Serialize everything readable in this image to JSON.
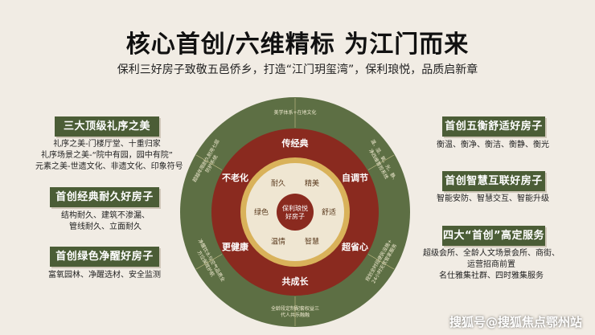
{
  "title": "核心首创/六维精标 为江门而来",
  "subtitle": "保利三好房子致敬五邑侨乡，打造“江门玥玺湾”，保利琅悦，品质启新章",
  "left_panels": [
    {
      "heading": "三大顶级礼序之美",
      "lines": [
        "礼序之美-门楼厅堂、十重归家",
        "礼序场景之美-“院中有园，园中有院”",
        "元素之美-世遗文化、非遗文化、印象符号"
      ]
    },
    {
      "heading": "首创经典耐久好房子",
      "lines": [
        "结构耐久、建筑不渗漏、",
        "管线耐久、立面耐久"
      ]
    },
    {
      "heading": "首创绿色净醒好房子",
      "lines": [
        "富氧园林、净醒选材、安全监测"
      ]
    }
  ],
  "right_panels": [
    {
      "heading": "首创五衡舒适好房子",
      "lines": [
        "衡温、衡净、衡洁、衡静、衡光"
      ]
    },
    {
      "heading": "首创智慧互联好房子",
      "lines": [
        "智能安防、智慧交互、智能升级"
      ]
    },
    {
      "heading": "四大“首创”高定服务",
      "lines": [
        "超级会所、全龄人文场景会所、商街、",
        "运营招商前置",
        "名仕雅集社群、四时雅集服务"
      ]
    }
  ],
  "diagram": {
    "center": "保利琅悦好房子",
    "inner_ring": [
      "精美",
      "舒适",
      "智慧",
      "温情",
      "绿色",
      "耐久"
    ],
    "middle_ring": [
      "传经典",
      "自调节",
      "超省心",
      "共成长",
      "更健康",
      "不老化"
    ],
    "outer_ring": [
      "美学体系+在地文化",
      "温、湿、氧、光、静、净四维智控系统",
      "规划全时段便民设施+24小时无忧管家服务",
      "全龄段定制配套权益三代人共乐融融",
      "净醒饮水与空气品质全方位保驾护航",
      "超越年限耐久耐用七层防护系统"
    ],
    "colors": {
      "outer": "#5d6f44",
      "middle": "#8a2a1f",
      "gold_ring": "#d9b25a",
      "inner": "#efe6d2",
      "center": "#8a2a1f"
    }
  },
  "watermark": "搜狐号@搜狐焦点鄂州站"
}
